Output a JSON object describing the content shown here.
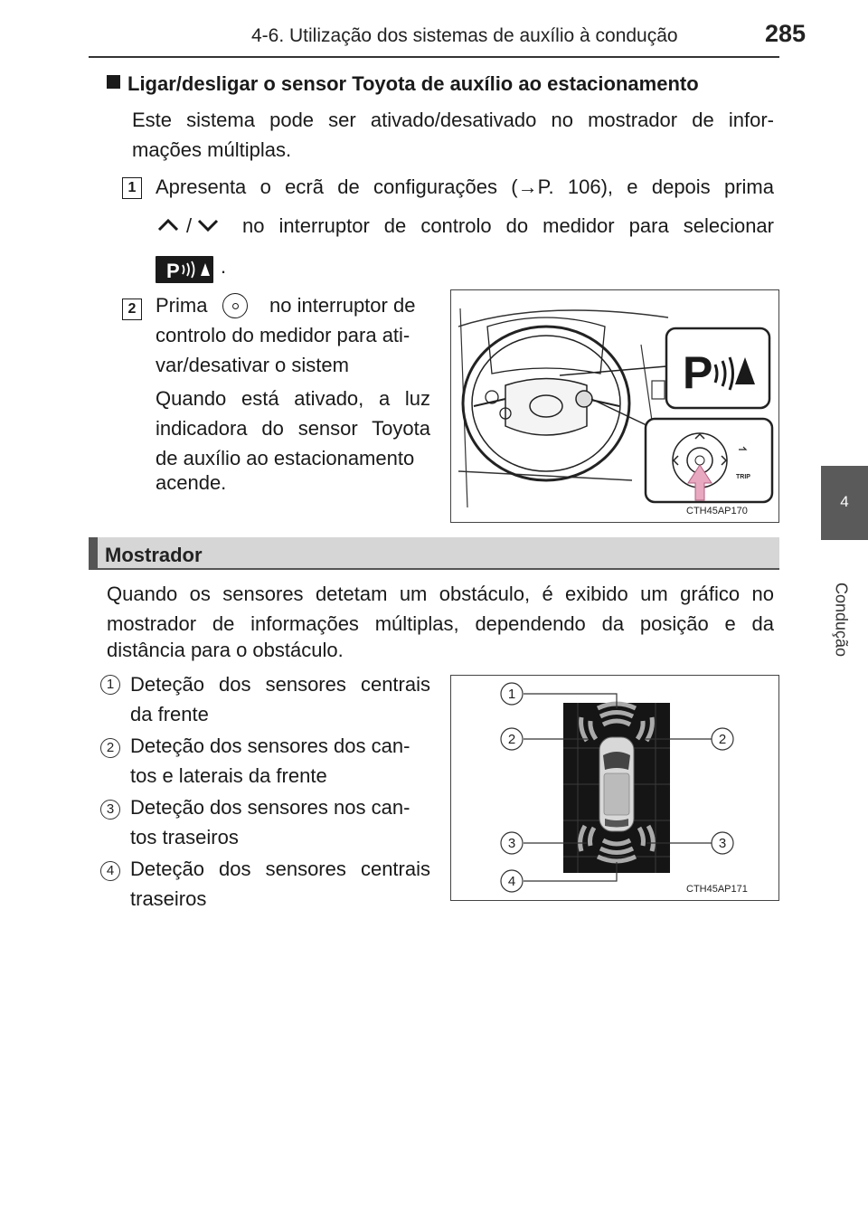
{
  "header": {
    "title": "4-6. Utilização dos sistemas de auxílio à condução",
    "page_number": "285"
  },
  "side_tab": {
    "number": "4",
    "label": "Condução"
  },
  "section1": {
    "heading": "Ligar/desligar o sensor Toyota de auxílio ao estacionamento",
    "intro_line1": "Este sistema pode ser ativado/desativado no mostrador de infor-",
    "intro_line2": "mações múltiplas.",
    "step1": {
      "badge": "1",
      "line1": "Apresenta o ecrã de configurações (→P. 106), e depois prima",
      "line2_sep": "/",
      "line2": "no interruptor de controlo do medidor para selecionar",
      "line3": "."
    },
    "step2": {
      "badge": "2",
      "line1_a": "Prima",
      "line1_b": "no interruptor de",
      "line2": "controlo do medidor para ati-",
      "line3": "var/desativar o sistem",
      "line4": "Quando está ativado, a luz",
      "line5": "indicadora do sensor Toyota",
      "line6": "de auxílio ao estacionamento",
      "line7": "acende."
    },
    "figure_code": "CTH45AP170",
    "trip_label": "TRIP"
  },
  "section2": {
    "title": "Mostrador",
    "para_line1": "Quando os sensores detetam um obstáculo, é exibido um gráfico no",
    "para_line2": "mostrador de informações múltiplas, dependendo da posição e da",
    "para_line3": "distância para o obstáculo.",
    "items": [
      {
        "num": "1",
        "line1": "Deteção dos sensores centrais",
        "line2": "da frente"
      },
      {
        "num": "2",
        "line1": "Deteção dos sensores dos can-",
        "line2": "tos e laterais da frente"
      },
      {
        "num": "3",
        "line1": "Deteção dos sensores nos can-",
        "line2": "tos traseiros"
      },
      {
        "num": "4",
        "line1": "Deteção dos sensores centrais",
        "line2": "traseiros"
      }
    ],
    "figure_code": "CTH45AP171",
    "callouts": [
      "1",
      "2",
      "2",
      "3",
      "3",
      "4"
    ]
  },
  "colors": {
    "section_bar": "#d6d6d6",
    "side_tab": "#5a5a5a",
    "pink_arrow": "#e8a8c0"
  }
}
